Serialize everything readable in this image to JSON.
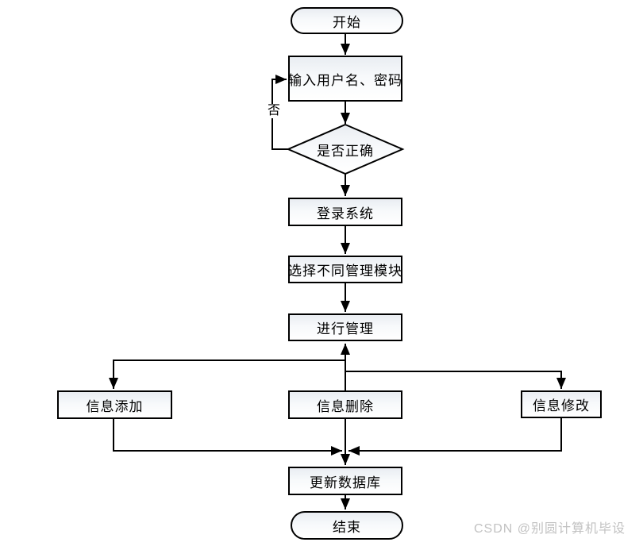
{
  "diagram": {
    "type": "flowchart",
    "nodes": [
      {
        "id": "start",
        "label": "开始",
        "shape": "terminator"
      },
      {
        "id": "input",
        "label": "输入用户名、密码",
        "shape": "process"
      },
      {
        "id": "decision",
        "label": "是否正确",
        "shape": "decision"
      },
      {
        "id": "login",
        "label": "登录系统",
        "shape": "process"
      },
      {
        "id": "select-module",
        "label": "选择不同管理模块",
        "shape": "process"
      },
      {
        "id": "manage",
        "label": "进行管理",
        "shape": "process"
      },
      {
        "id": "info-add",
        "label": "信息添加",
        "shape": "process"
      },
      {
        "id": "info-delete",
        "label": "信息删除",
        "shape": "process"
      },
      {
        "id": "info-modify",
        "label": "信息修改",
        "shape": "process"
      },
      {
        "id": "update-db",
        "label": "更新数据库",
        "shape": "process"
      },
      {
        "id": "end",
        "label": "结束",
        "shape": "terminator"
      }
    ],
    "edge_labels": {
      "no": "否"
    },
    "colors": {
      "stroke": "#000000",
      "node_fill_top": "#e9edf2",
      "node_fill_bottom": "#ffffff",
      "background": "#ffffff"
    }
  },
  "watermark": {
    "text": "CSDN @别圆计算机毕设",
    "color": "#c2c2c2"
  }
}
